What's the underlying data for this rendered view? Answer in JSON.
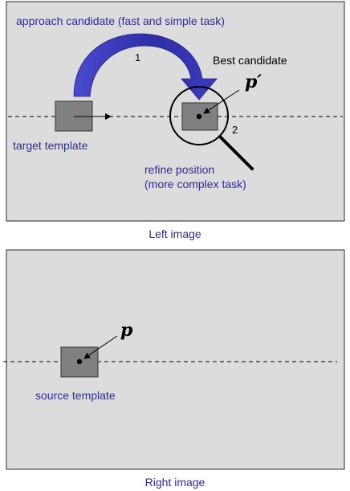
{
  "left_panel": {
    "heading": "approach candidate (fast and simple task)",
    "step_1": "1",
    "step_2": "2",
    "best_candidate_label": "Best candidate",
    "best_point_symbol": "p′",
    "target_template_label": "target template",
    "refine_line_1": "refine position",
    "refine_line_2": "(more complex task)",
    "caption": "Left image"
  },
  "right_panel": {
    "point_symbol": "p",
    "source_template_label": "source template",
    "caption": "Right image"
  },
  "colors": {
    "panel_fill": "#dcdcdc",
    "template_fill": "#808080",
    "arrow_blue": "#3a3ab8",
    "text_blue": "#2b2b9f"
  }
}
